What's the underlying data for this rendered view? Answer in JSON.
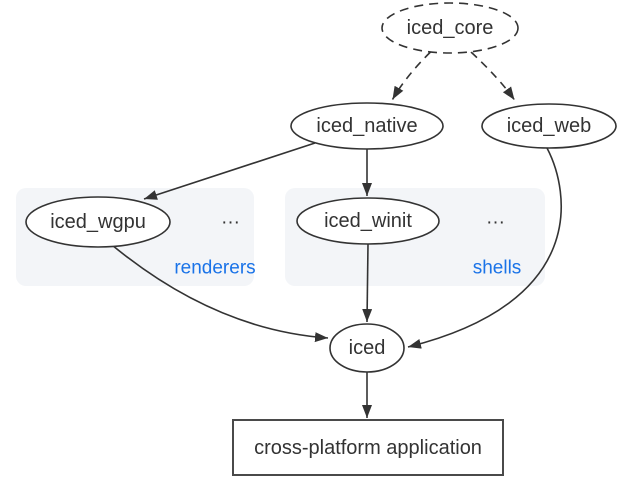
{
  "diagram": {
    "nodes": {
      "iced_core": {
        "label": "iced_core",
        "shape": "ellipse",
        "border": "dashed"
      },
      "iced_native": {
        "label": "iced_native",
        "shape": "ellipse",
        "border": "solid"
      },
      "iced_web": {
        "label": "iced_web",
        "shape": "ellipse",
        "border": "solid"
      },
      "iced_wgpu": {
        "label": "iced_wgpu",
        "shape": "ellipse",
        "border": "solid"
      },
      "iced_winit": {
        "label": "iced_winit",
        "shape": "ellipse",
        "border": "solid"
      },
      "iced": {
        "label": "iced",
        "shape": "ellipse",
        "border": "solid"
      },
      "app": {
        "label": "cross-platform application",
        "shape": "rectangle",
        "border": "solid"
      }
    },
    "groups": {
      "renderers": {
        "label": "renderers",
        "ellipsis": "...",
        "contains": [
          "iced_wgpu"
        ]
      },
      "shells": {
        "label": "shells",
        "ellipsis": "...",
        "contains": [
          "iced_winit"
        ]
      }
    },
    "edges": [
      {
        "from": "iced_core",
        "to": "iced_native",
        "style": "dashed"
      },
      {
        "from": "iced_core",
        "to": "iced_web",
        "style": "dashed"
      },
      {
        "from": "iced_native",
        "to": "iced_wgpu",
        "style": "solid"
      },
      {
        "from": "iced_native",
        "to": "iced_winit",
        "style": "solid"
      },
      {
        "from": "iced_wgpu",
        "to": "iced",
        "style": "solid"
      },
      {
        "from": "iced_winit",
        "to": "iced",
        "style": "solid"
      },
      {
        "from": "iced_web",
        "to": "iced",
        "style": "solid"
      },
      {
        "from": "iced",
        "to": "app",
        "style": "solid"
      }
    ]
  },
  "colors": {
    "background": "#ffffff",
    "node_stroke": "#333333",
    "rect_stroke": "#4a4a4a",
    "edge": "#333333",
    "text": "#333333",
    "group_fill": "#f3f5f8",
    "group_label": "#1a73e8"
  }
}
